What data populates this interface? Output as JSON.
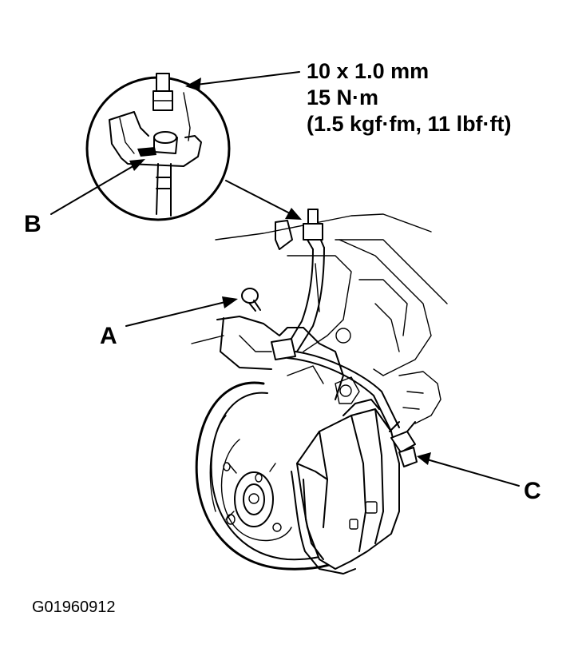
{
  "spec": {
    "line1": "10 x 1.0 mm",
    "line2": "15 N·m",
    "line3": "(1.5 kgf·fm, 11 lbf·ft)"
  },
  "callouts": {
    "a": "A",
    "b": "B",
    "c": "C"
  },
  "figure_id": "G01960912"
}
